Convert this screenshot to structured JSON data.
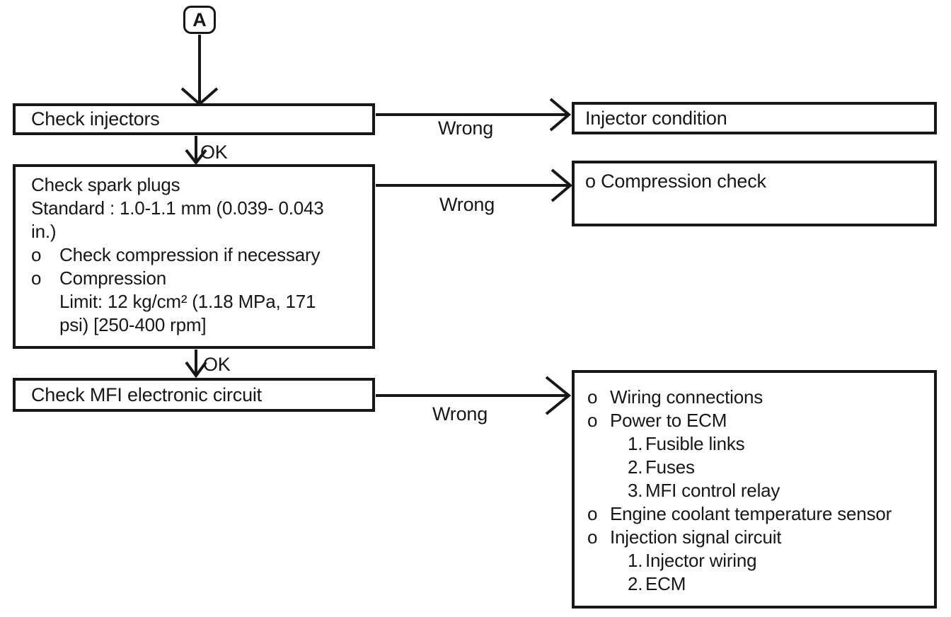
{
  "ink": "#171717",
  "connector": {
    "label": "A"
  },
  "edges": {
    "ok1": "OK",
    "ok2": "OK",
    "wrong1": "Wrong",
    "wrong2": "Wrong",
    "wrong3": "Wrong"
  },
  "left": {
    "box1": {
      "text": "Check injectors"
    },
    "box2": {
      "line1": "Check spark plugs",
      "line2": "Standard : 1.0-1.1 mm (0.039- 0.043",
      "line3": "in.)",
      "item1_marker": "o",
      "item1_text": "Check compression if necessary",
      "item2_marker": "o",
      "item2_text": "Compression",
      "item2_cont1": "Limit: 12 kg/cm² (1.18 MPa, 171",
      "item2_cont2": "psi) [250-400 rpm]"
    },
    "box3": {
      "text": "Check MFI electronic circuit"
    }
  },
  "right": {
    "box1": {
      "text": "Injector condition"
    },
    "box2": {
      "text": "o Compression check"
    },
    "box3": {
      "items": [
        {
          "marker": "o",
          "text": "Wiring connections"
        },
        {
          "marker": "o",
          "text": "Power to ECM"
        },
        {
          "marker": "1.",
          "text": "Fusible links"
        },
        {
          "marker": "2.",
          "text": "Fuses"
        },
        {
          "marker": "3.",
          "text": "MFI control relay"
        },
        {
          "marker": "o",
          "text": "Engine coolant temperature sensor"
        },
        {
          "marker": "o",
          "text": "Injection signal circuit"
        },
        {
          "marker": "1.",
          "text": "Injector wiring"
        },
        {
          "marker": "2.",
          "text": "ECM"
        }
      ]
    }
  }
}
